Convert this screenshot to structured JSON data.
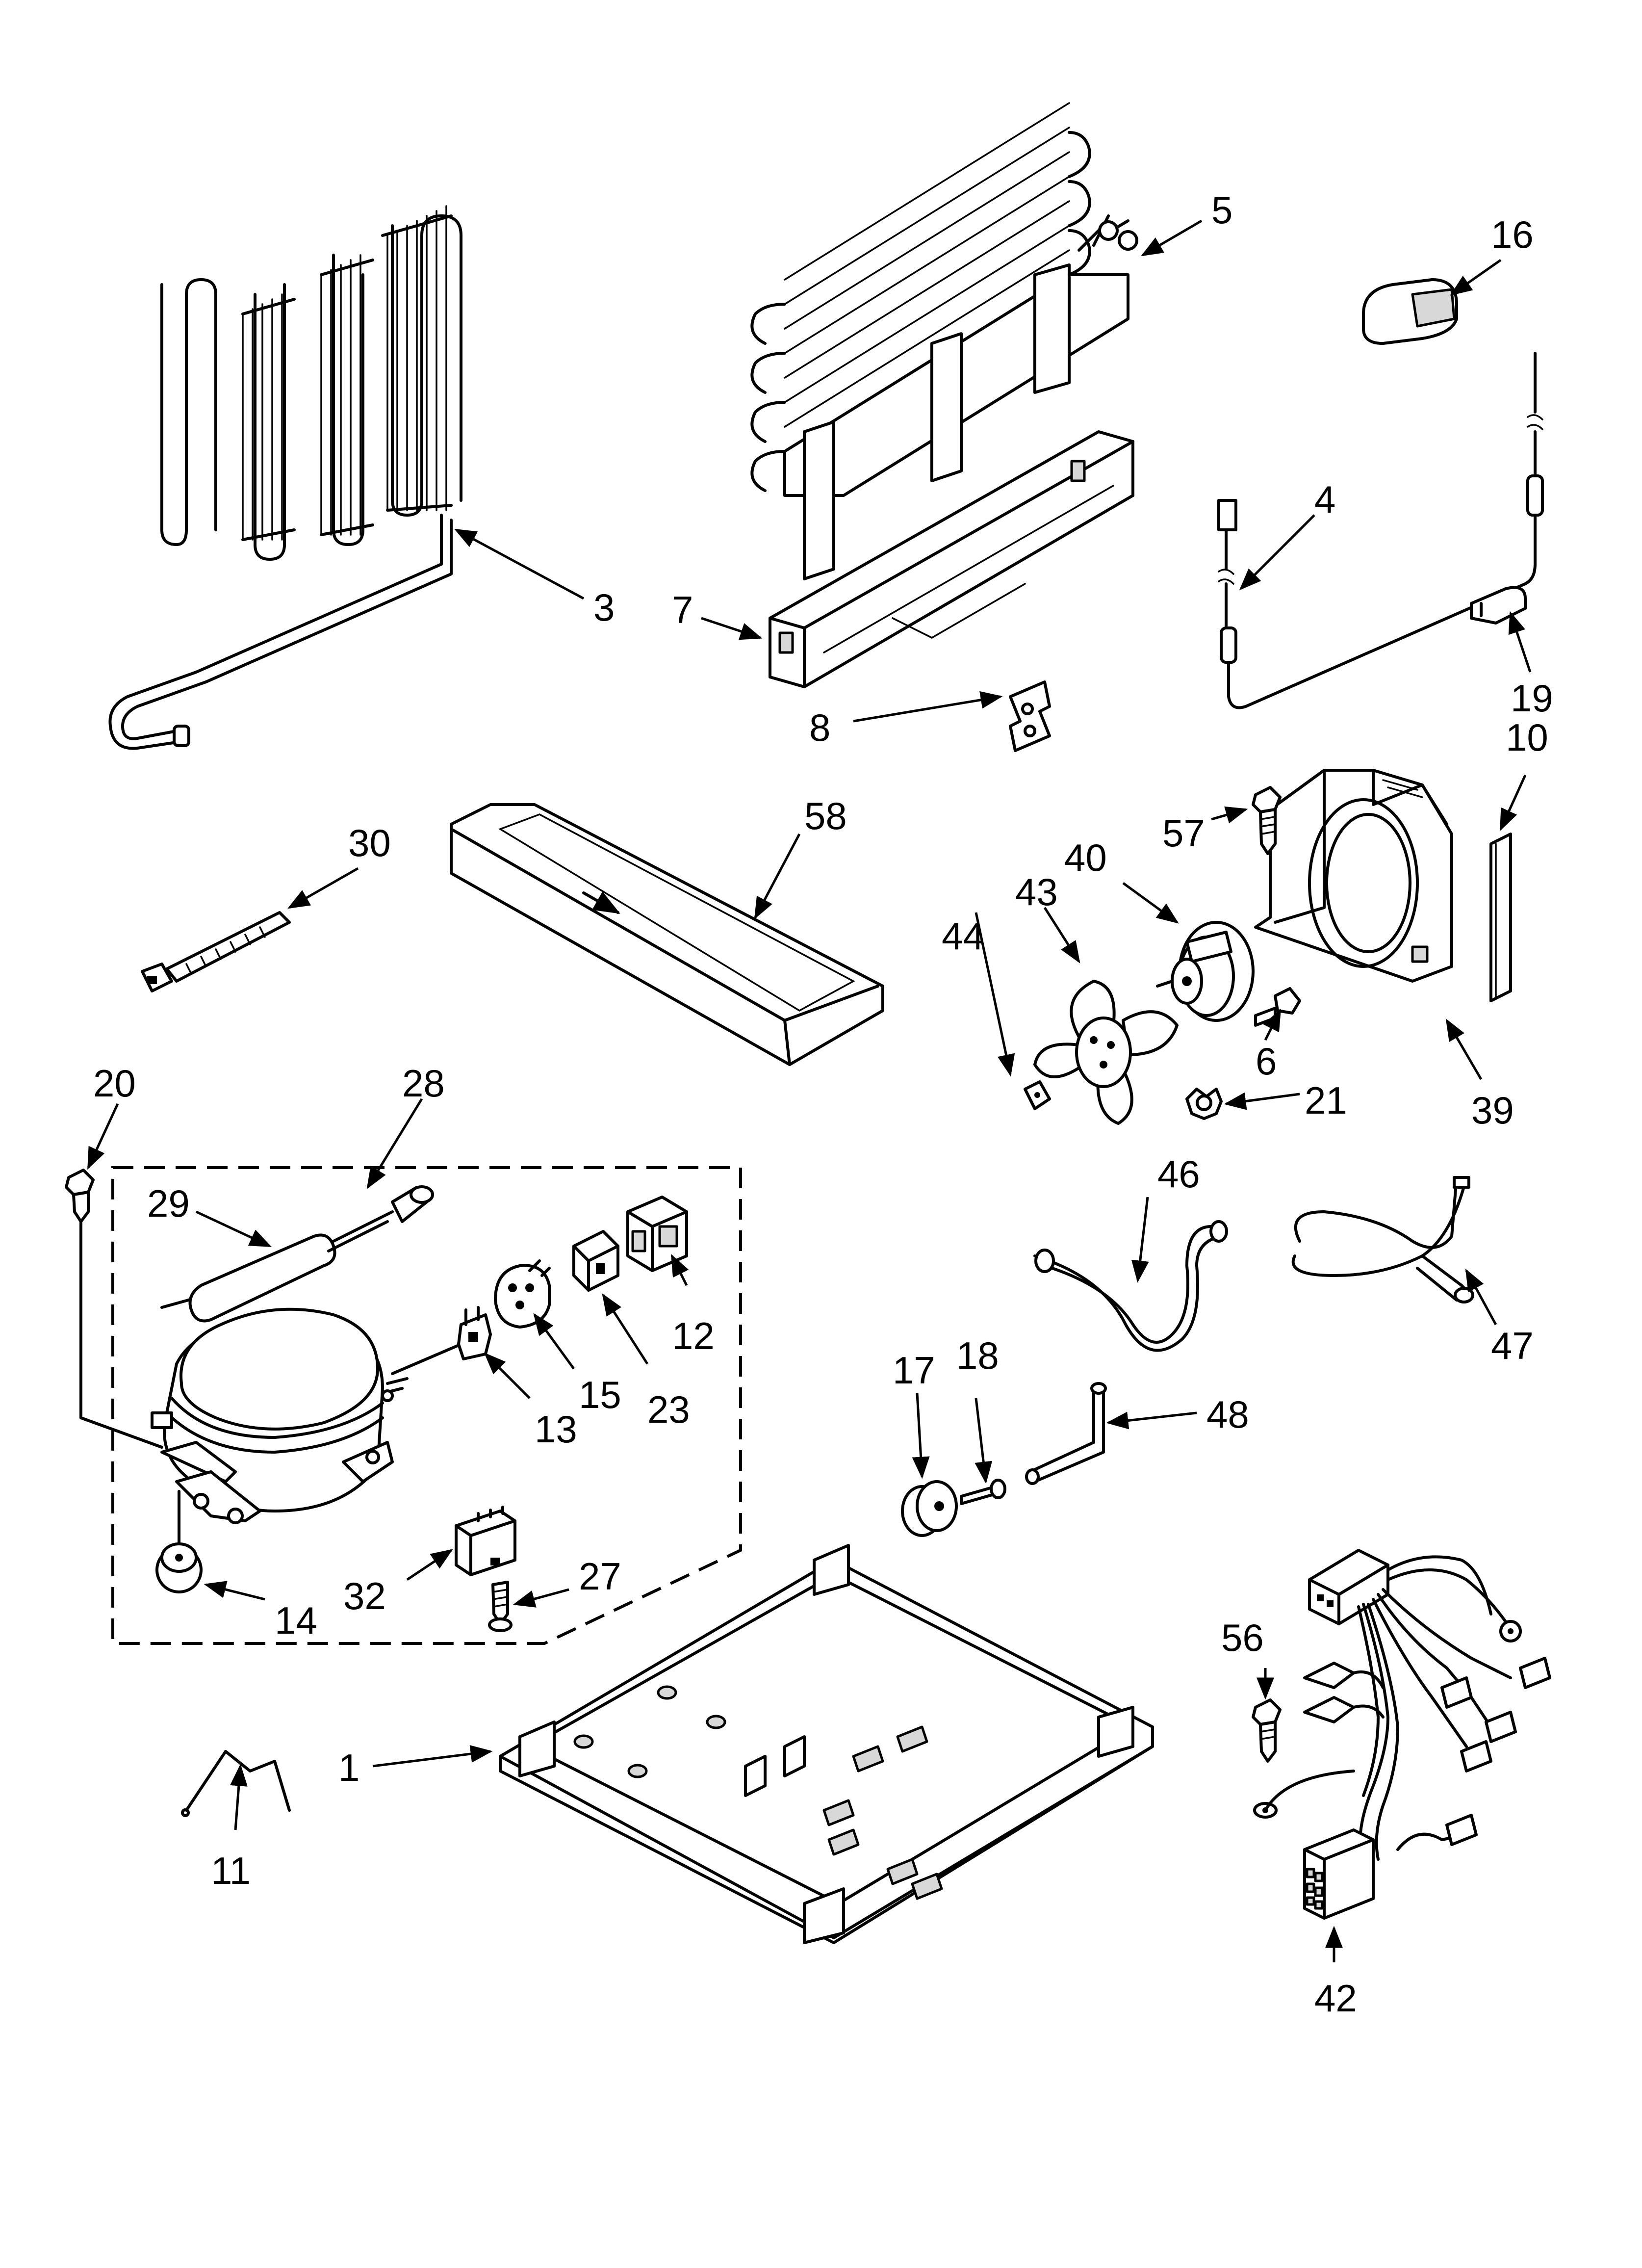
{
  "labels": {
    "l1": "1",
    "l3": "3",
    "l4": "4",
    "l5": "5",
    "l6": "6",
    "l7": "7",
    "l8": "8",
    "l10": "10",
    "l11": "11",
    "l12": "12",
    "l13": "13",
    "l14": "14",
    "l15": "15",
    "l16": "16",
    "l17": "17",
    "l18": "18",
    "l19": "19",
    "l20": "20",
    "l21": "21",
    "l23": "23",
    "l27": "27",
    "l28": "28",
    "l29": "29",
    "l30": "30",
    "l32": "32",
    "l39": "39",
    "l40": "40",
    "l42": "42",
    "l43": "43",
    "l44": "44",
    "l46": "46",
    "l47": "47",
    "l48": "48",
    "l56": "56",
    "l57": "57",
    "l58": "58"
  }
}
